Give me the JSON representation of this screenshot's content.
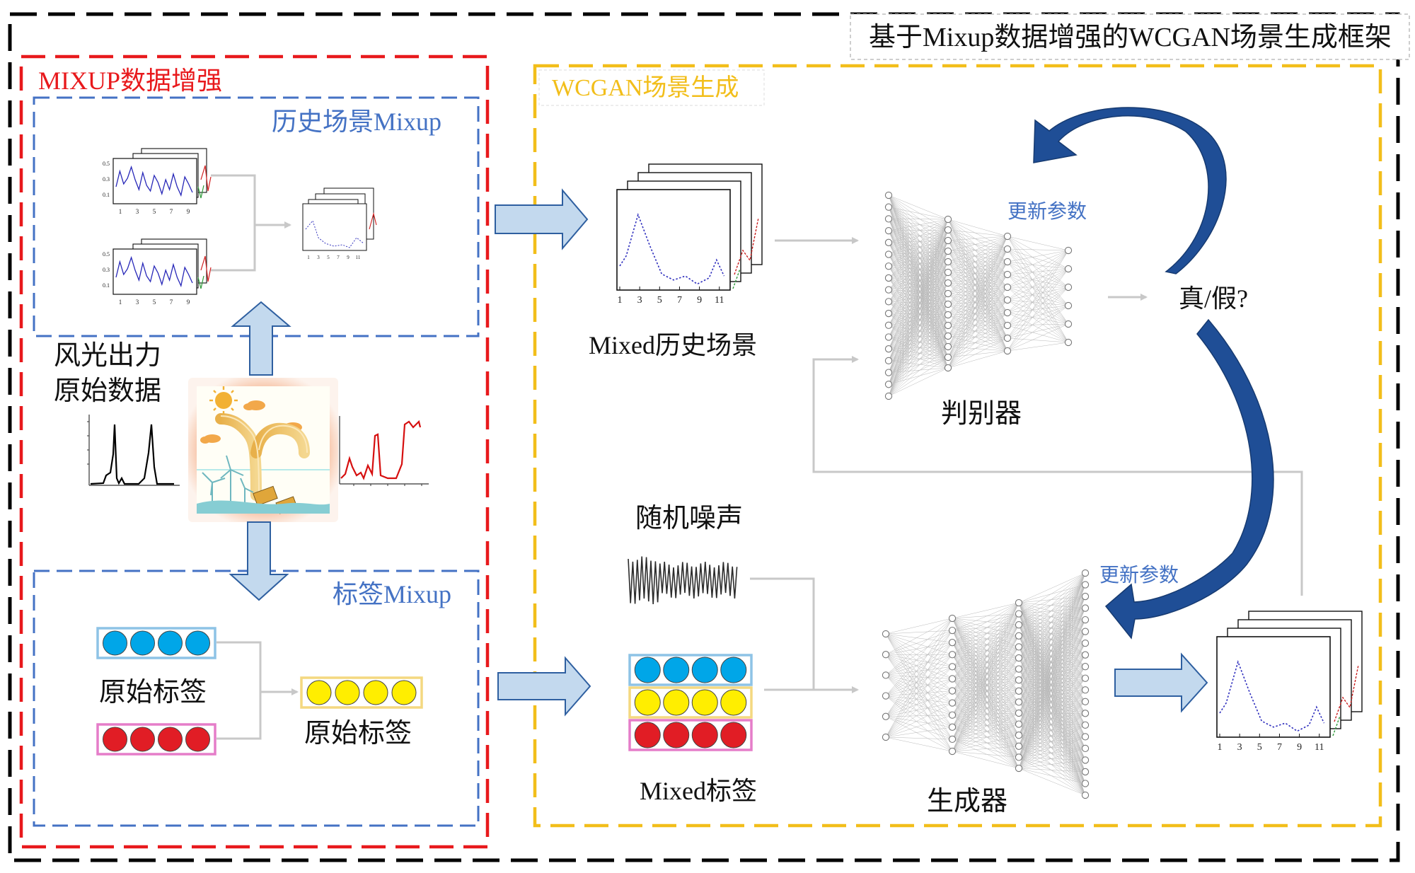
{
  "title": "基于Mixup数据增强的WCGAN场景生成框架",
  "mixup": {
    "title": "MIXUP数据增强",
    "history_title": "历史场景Mixup",
    "label_title": "标签Mixup",
    "raw_data_line1": "风光出力",
    "raw_data_line2": "原始数据",
    "orig_label": "原始标签",
    "mixed_label_result": "原始标签",
    "mini_ticks": [
      "1",
      "3",
      "5",
      "7",
      "9"
    ],
    "mini_yticks": [
      "0.5",
      "0.3",
      "0.1"
    ]
  },
  "wcgan": {
    "title": "WCGAN场景生成",
    "mixed_history": "Mixed历史场景",
    "discriminator": "判别器",
    "generator": "生成器",
    "noise": "随机噪声",
    "mixed_labels": "Mixed标签",
    "real_fake": "真/假?",
    "update_params_top": "更新参数",
    "update_params_bottom": "更新参数",
    "scene_ticks": [
      "1",
      "3",
      "5",
      "7",
      "9",
      "11"
    ]
  },
  "colors": {
    "outer": "#000000",
    "mixup": "#e8191c",
    "blue_box": "#4472c4",
    "wcgan": "#f2be1a",
    "arrow_fill": "#c3d9ee",
    "arrow_stroke": "#2e5fa0",
    "curve": "#1f4e96",
    "ball_blue": "#00a6e8",
    "ball_yellow": "#ffee00",
    "ball_red": "#e11d25",
    "update_text": "#4472c4"
  },
  "icons": [
    "sun-icon",
    "cloud-icon",
    "wind-turbine-icon",
    "solar-panel-icon",
    "power-line-icon"
  ]
}
